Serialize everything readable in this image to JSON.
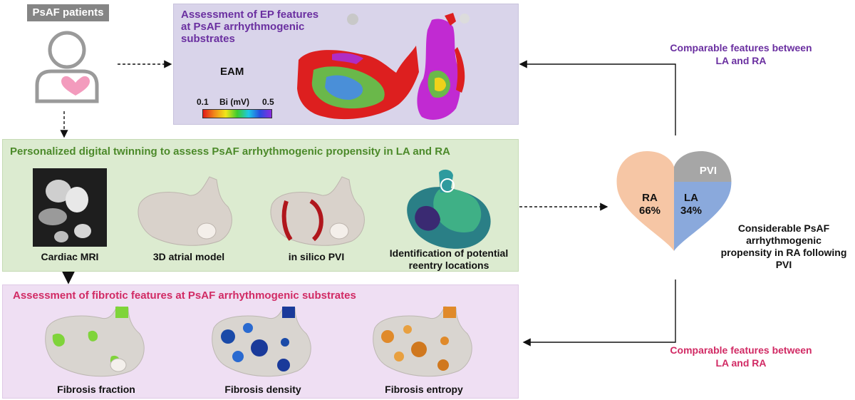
{
  "patients": {
    "label": "PsAF patients"
  },
  "ep_panel": {
    "title": "Assessment of EP features at PsAF arrhythmogenic substrates",
    "eam_label": "EAM",
    "scale_min": "0.1",
    "scale_label": "Bi (mV)",
    "scale_max": "0.5"
  },
  "twin_panel": {
    "title": "Personalized digital twinning to assess PsAF arrhythmogenic propensity in LA and RA",
    "steps": [
      "Cardiac MRI",
      "3D atrial model",
      "in silico PVI",
      "Identification of potential reentry locations"
    ]
  },
  "fib_panel": {
    "title": "Assessment of fibrotic features at PsAF arrhythmogenic substrates",
    "items": [
      "Fibrosis fraction",
      "Fibrosis density",
      "Fibrosis entropy"
    ]
  },
  "heart": {
    "pvi_label": "PVI",
    "ra_label": "RA",
    "ra_value": "66%",
    "la_label": "LA",
    "la_value": "34%"
  },
  "right_notes": {
    "top": "Comparable features between LA and RA",
    "middle": "Considerable PsAF arrhythmogenic propensity in RA following PVI",
    "bottom": "Comparable features between LA and RA"
  },
  "colors": {
    "ep_bg": "#d9d4ea",
    "ep_title": "#6a2fa0",
    "twin_bg": "#dcebd0",
    "twin_title": "#4c8a2a",
    "fib_bg": "#efdff3",
    "fib_title": "#d12a64",
    "ra": "#f6c6a5",
    "la": "#8aa9dc",
    "pvi": "#a6a6a6"
  }
}
